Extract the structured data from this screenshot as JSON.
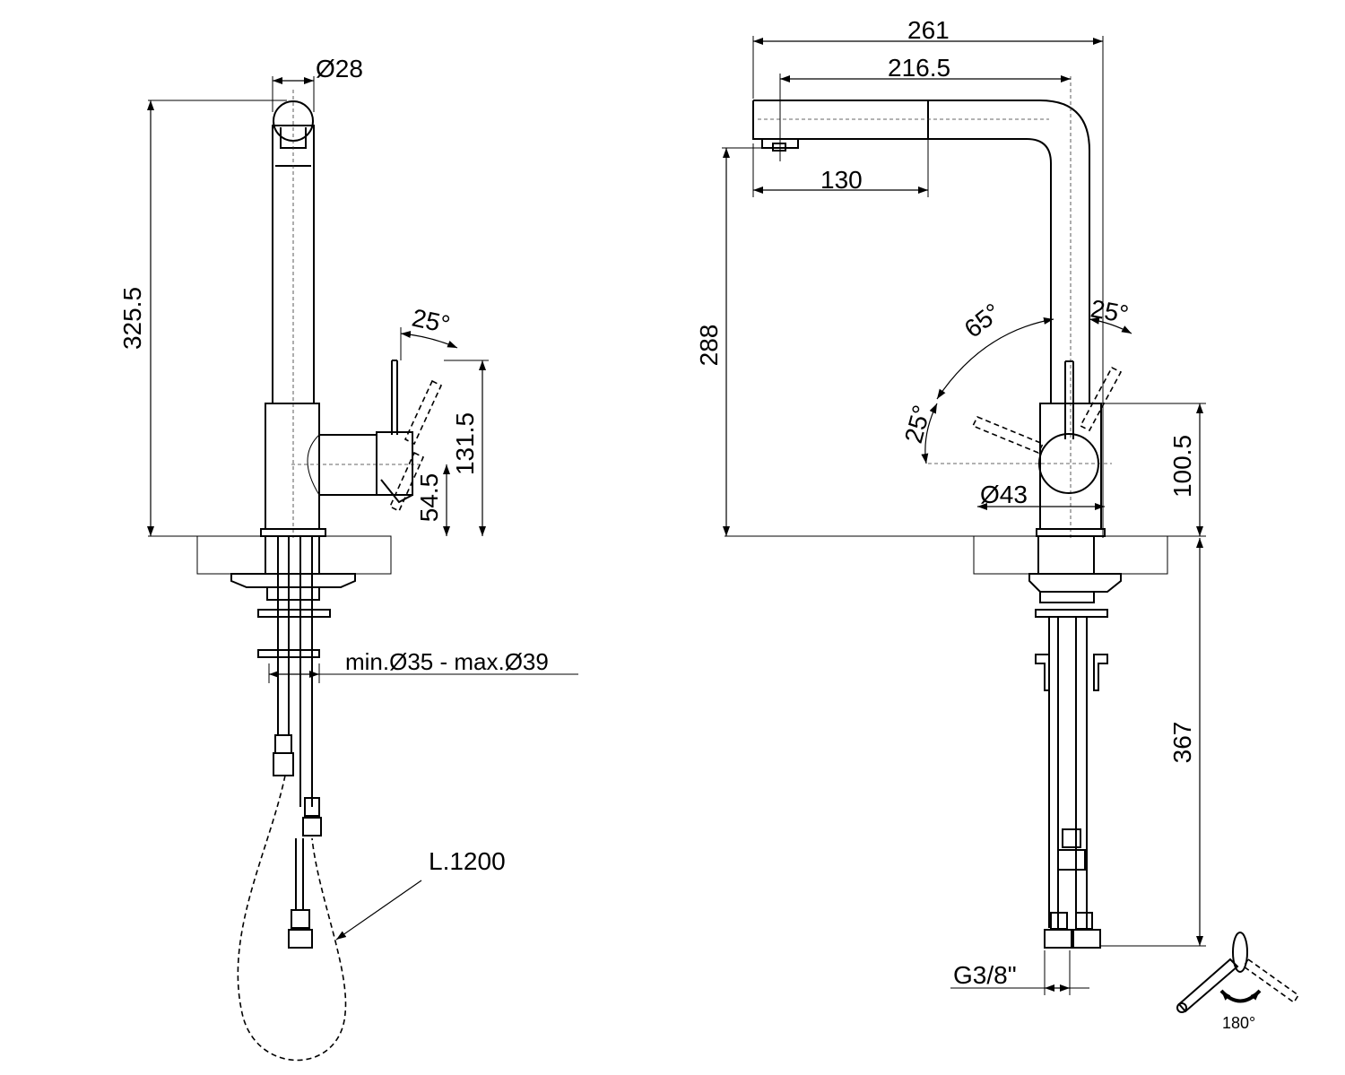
{
  "drawing": {
    "labels": {
      "dia_28": "Ø28",
      "h_325_5": "325.5",
      "ang_25_left": "25°",
      "h_131_5": "131.5",
      "h_54_5": "54.5",
      "hole": "min.Ø35 - max.Ø39",
      "hose": "L.1200",
      "w_261": "261",
      "w_216_5": "216.5",
      "w_130": "130",
      "h_288": "288",
      "ang_65": "65°",
      "ang_25_right": "25°",
      "ang_25_lower": "25°",
      "dia_43": "Ø43",
      "h_100_5": "100.5",
      "h_367": "367",
      "thread": "G3/8\"",
      "rotation": "180°"
    }
  }
}
